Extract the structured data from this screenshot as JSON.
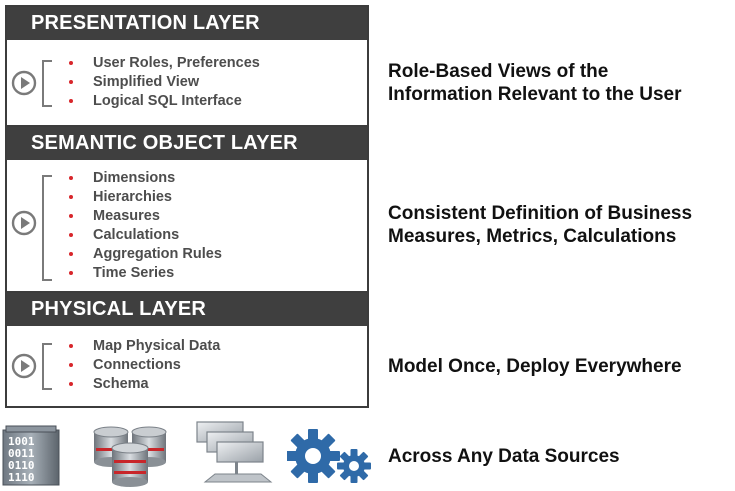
{
  "layers": [
    {
      "title": "PRESENTATION LAYER",
      "items": [
        "User Roles, Preferences",
        "Simplified View",
        "Logical SQL Interface"
      ],
      "caption_line1": "Role-Based Views of the",
      "caption_line2": "Information Relevant to the User"
    },
    {
      "title": "SEMANTIC OBJECT LAYER",
      "items": [
        "Dimensions",
        "Hierarchies",
        "Measures",
        "Calculations",
        "Aggregation Rules",
        "Time Series"
      ],
      "caption_line1": "Consistent Definition of Business",
      "caption_line2": "Measures, Metrics, Calculations"
    },
    {
      "title": "PHYSICAL LAYER",
      "items": [
        "Map Physical Data",
        "Connections",
        "Schema"
      ],
      "caption_line1": "Model Once, Deploy Everywhere",
      "caption_line2": ""
    }
  ],
  "data_sources": {
    "caption": "Across Any Data Sources",
    "icons": [
      "binary-data-building-icon",
      "database-stack-icon",
      "file-server-icon",
      "gears-icon"
    ],
    "binary_rows": [
      "1001",
      "0011",
      "0110",
      "1110"
    ]
  },
  "colors": {
    "header_bg": "#3f3f3f",
    "bullet_red": "#d8262b",
    "gear_blue": "#2f6aa8",
    "item_text": "#4d4d4d"
  }
}
